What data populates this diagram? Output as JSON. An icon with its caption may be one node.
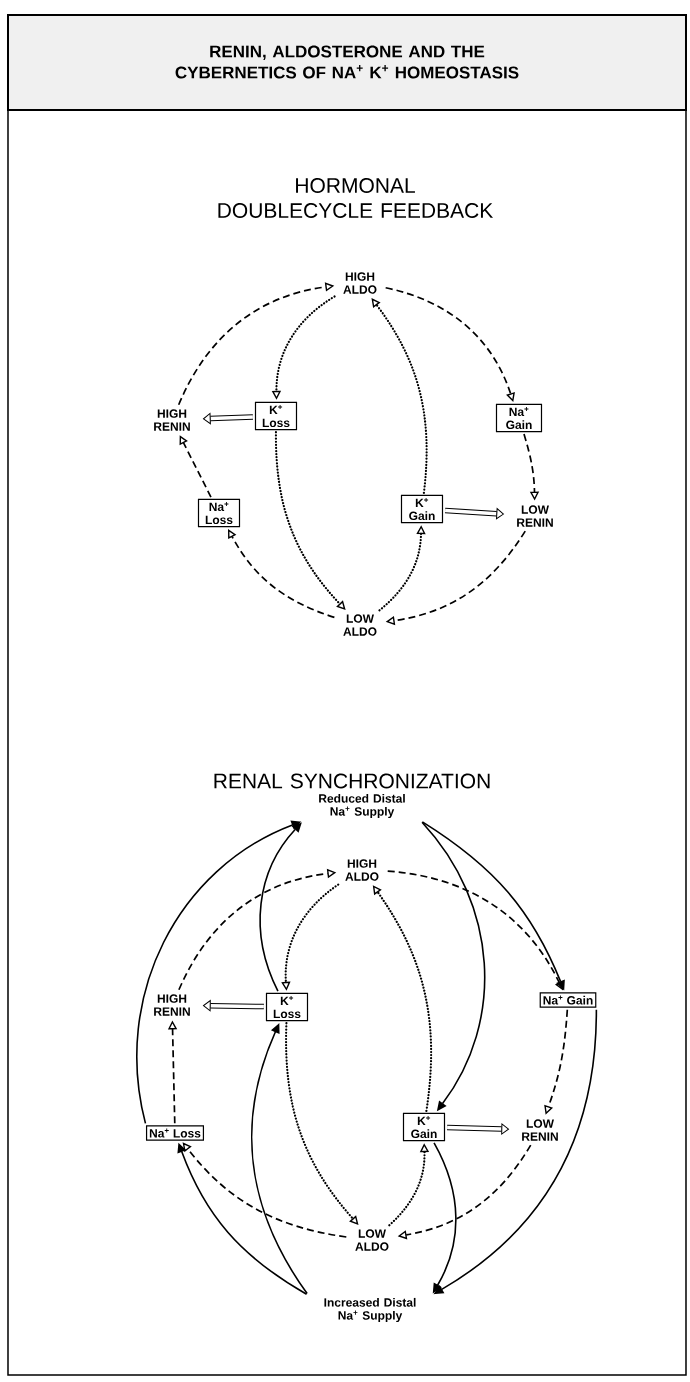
{
  "diagram": {
    "title": "RENIN, ALDOSTERONE AND THE CYBERNETICS OF NA$^{+}$ K$^{+}$ HOMEOSTASIS",
    "nodes": [
      {
        "text": [
          "HIGH ALDO"
        ]
      },
      {
        "text": [
          "HIGH RENIN"
        ]
      },
      {
        "text": [
          "K$^{+}$ Loss"
        ]
      },
      {
        "text": [
          "Na$^{+}$ Gain"
        ]
      },
      {
        "text": [
          "Na$^{+}$ Loss"
        ]
      },
      {
        "text": [
          "K$^{+}$ Gain"
        ]
      },
      {
        "text": [
          "LOW RENIN"
        ]
      },
      {
        "text": [
          "LOW ALDO"
        ]
      },
      {
        "text": [
          "Reduced Distal Na$^{+}$ Supply"
        ]
      },
      {
        "text": [
          "HIGH ALDO"
        ]
      },
      {
        "text": [
          "HIGH RENIN"
        ]
      },
      {
        "text": [
          "K$^{+}$ Loss"
        ]
      },
      {
        "text": [
          "Na$^{+}$ Gain"
        ]
      },
      {
        "text": [
          "Na$^{+}$ Loss"
        ]
      },
      {
        "text": [
          "K$^{+}$ Gain"
        ]
      },
      {
        "text": [
          "LOW RENIN"
        ]
      },
      {
        "text": [
          "LOW ALDO"
        ]
      },
      {
        "text": [
          "Increased Distal Na$^{+}$ Supply"
        ]
      }
    ],
    "edges": [
      {
        "from": 1,
        "to": 0,
        "arrow": "to",
        "style": "dashed"
      },
      {
        "from": 0,
        "to": 3,
        "arrow": "to",
        "style": "dashed"
      },
      {
        "from": 3,
        "to": 6,
        "arrow": "to",
        "style": "dashed"
      },
      {
        "from": 6,
        "to": 7,
        "arrow": "to",
        "style": "dashed"
      },
      {
        "from": 7,
        "to": 4,
        "arrow": "to",
        "style": "dashed"
      },
      {
        "from": 4,
        "to": 1,
        "arrow": "to",
        "style": "dashed"
      },
      {
        "from": 0,
        "to": 2,
        "arrow": "to",
        "style": "dashed"
      },
      {
        "from": 2,
        "to": 7,
        "arrow": "to",
        "style": "dashed"
      },
      {
        "from": 7,
        "to": 5,
        "arrow": "to",
        "style": "dashed"
      },
      {
        "from": 5,
        "to": 0,
        "arrow": "to",
        "style": "dashed"
      },
      {
        "from": 2,
        "to": 1,
        "arrow": "to",
        "style": "thick"
      },
      {
        "from": 5,
        "to": 6,
        "arrow": "to",
        "style": "thick"
      },
      {
        "from": 10,
        "to": 9,
        "arrow": "to",
        "style": "dashed"
      },
      {
        "from": 9,
        "to": 12,
        "arrow": "to",
        "style": "dashed"
      },
      {
        "from": 12,
        "to": 15,
        "arrow": "to",
        "style": "dashed"
      },
      {
        "from": 15,
        "to": 16,
        "arrow": "to",
        "style": "dashed"
      },
      {
        "from": 16,
        "to": 13,
        "arrow": "to",
        "style": "dashed"
      },
      {
        "from": 13,
        "to": 10,
        "arrow": "to",
        "style": "dashed"
      },
      {
        "from": 9,
        "to": 11,
        "arrow": "to",
        "style": "dashed"
      },
      {
        "from": 11,
        "to": 16,
        "arrow": "to",
        "style": "dashed"
      },
      {
        "from": 16,
        "to": 14,
        "arrow": "to",
        "style": "dashed"
      },
      {
        "from": 14,
        "to": 9,
        "arrow": "to",
        "style": "dashed"
      },
      {
        "from": 11,
        "to": 10,
        "arrow": "to",
        "style": "thick"
      },
      {
        "from": 14,
        "to": 15,
        "arrow": "to",
        "style": "thick"
      },
      {
        "from": 11,
        "to": 8,
        "arrow": "to"
      },
      {
        "from": 13,
        "to": 8,
        "arrow": "to"
      },
      {
        "from": 8,
        "to": 12,
        "arrow": "to"
      },
      {
        "from": 8,
        "to": 14,
        "arrow": "to"
      },
      {
        "from": 17,
        "to": 13,
        "arrow": "to"
      },
      {
        "from": 17,
        "to": 11,
        "arrow": "to"
      },
      {
        "from": 14,
        "to": 17,
        "arrow": "to"
      },
      {
        "from": 12,
        "to": 17,
        "arrow": "to"
      }
    ],
    "labels": [
      "HORMONAL DOUBLECYCLE FEEDBACK",
      "RENAL SYNCHRONIZATION"
    ]
  }
}
